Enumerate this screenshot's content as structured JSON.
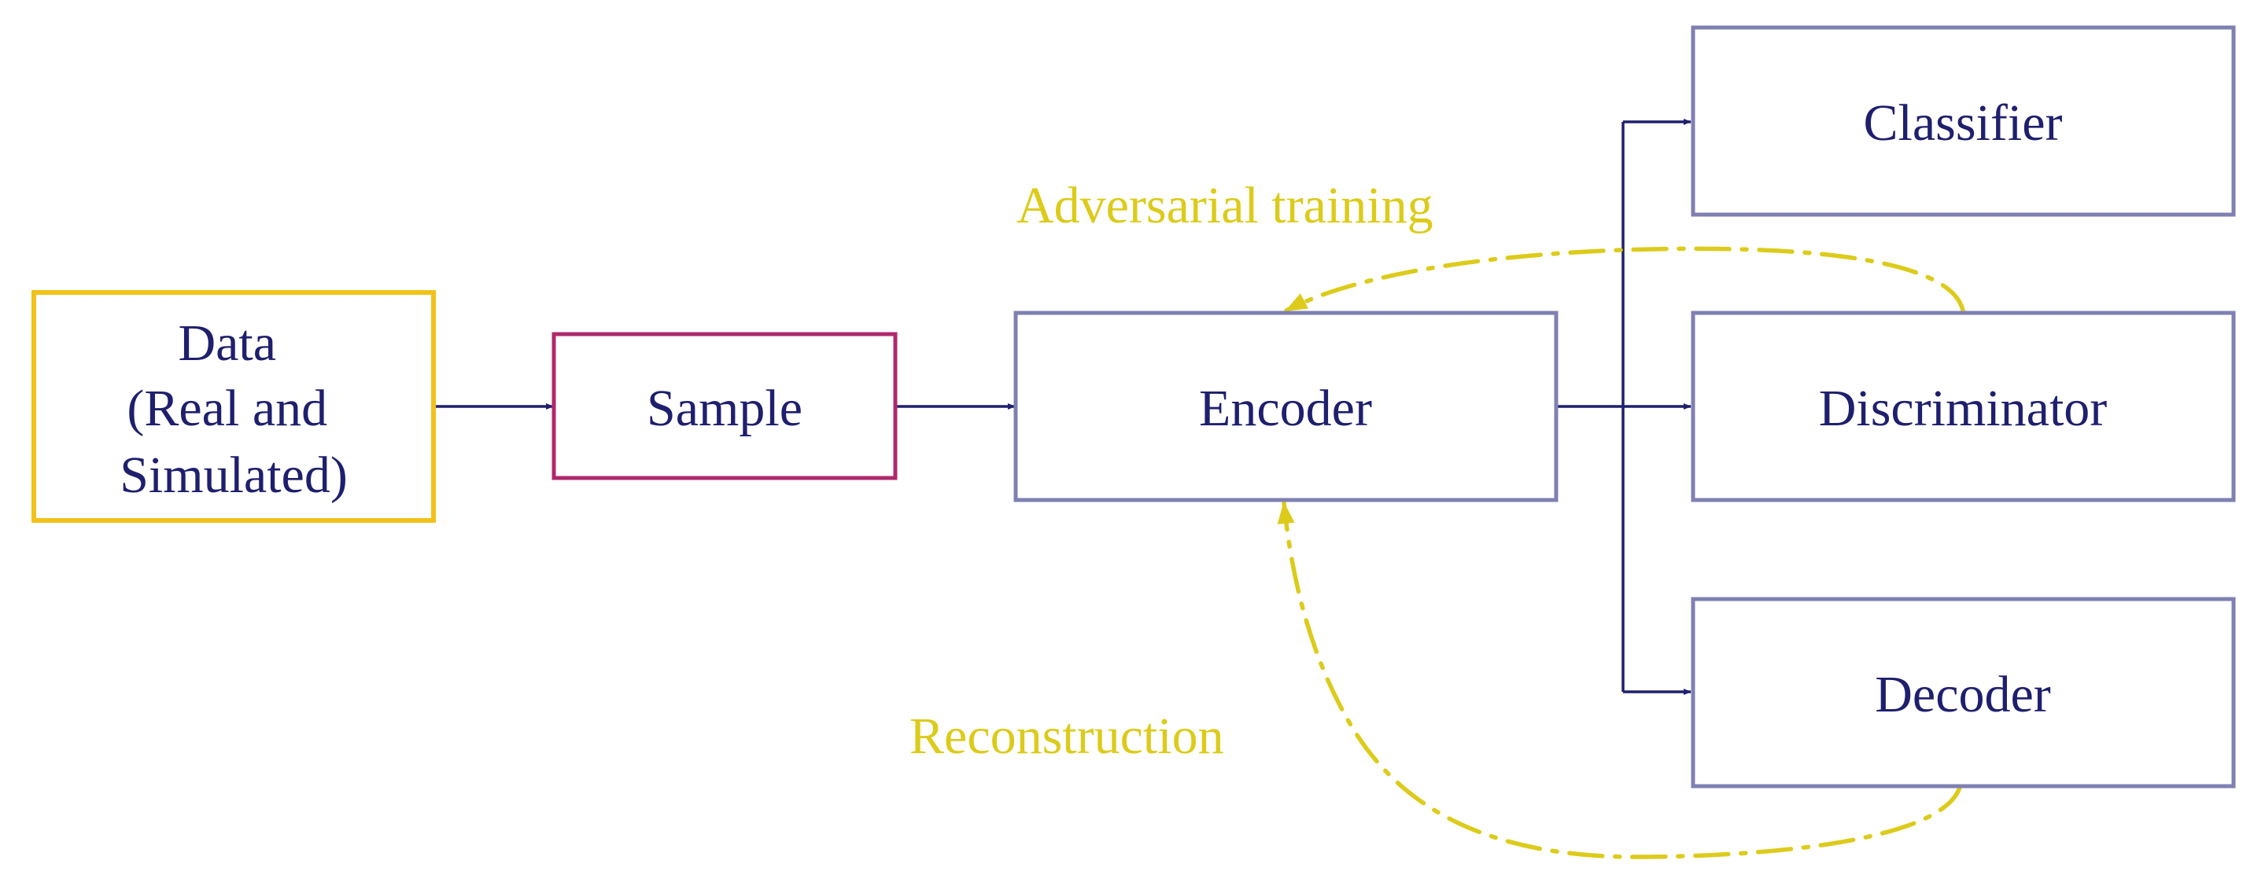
{
  "colors": {
    "text": "#1f1f6e",
    "data_border": "#f2c21a",
    "sample_border": "#b0286c",
    "block_border": "#7f80b2",
    "arrow": "#1f1f6e",
    "feedback": "#dccb1a"
  },
  "nodes": {
    "data": {
      "lines": [
        "Data",
        "(Real and",
        "Simulated)"
      ]
    },
    "sample": {
      "lines": [
        "Sample"
      ]
    },
    "encoder": {
      "lines": [
        "Encoder"
      ]
    },
    "classifier": {
      "lines": [
        "Classifier"
      ]
    },
    "discriminator": {
      "lines": [
        "Discriminator"
      ]
    },
    "decoder": {
      "lines": [
        "Decoder"
      ]
    }
  },
  "annotations": {
    "adversarial": "Adversarial training",
    "reconstruction": "Reconstruction"
  }
}
